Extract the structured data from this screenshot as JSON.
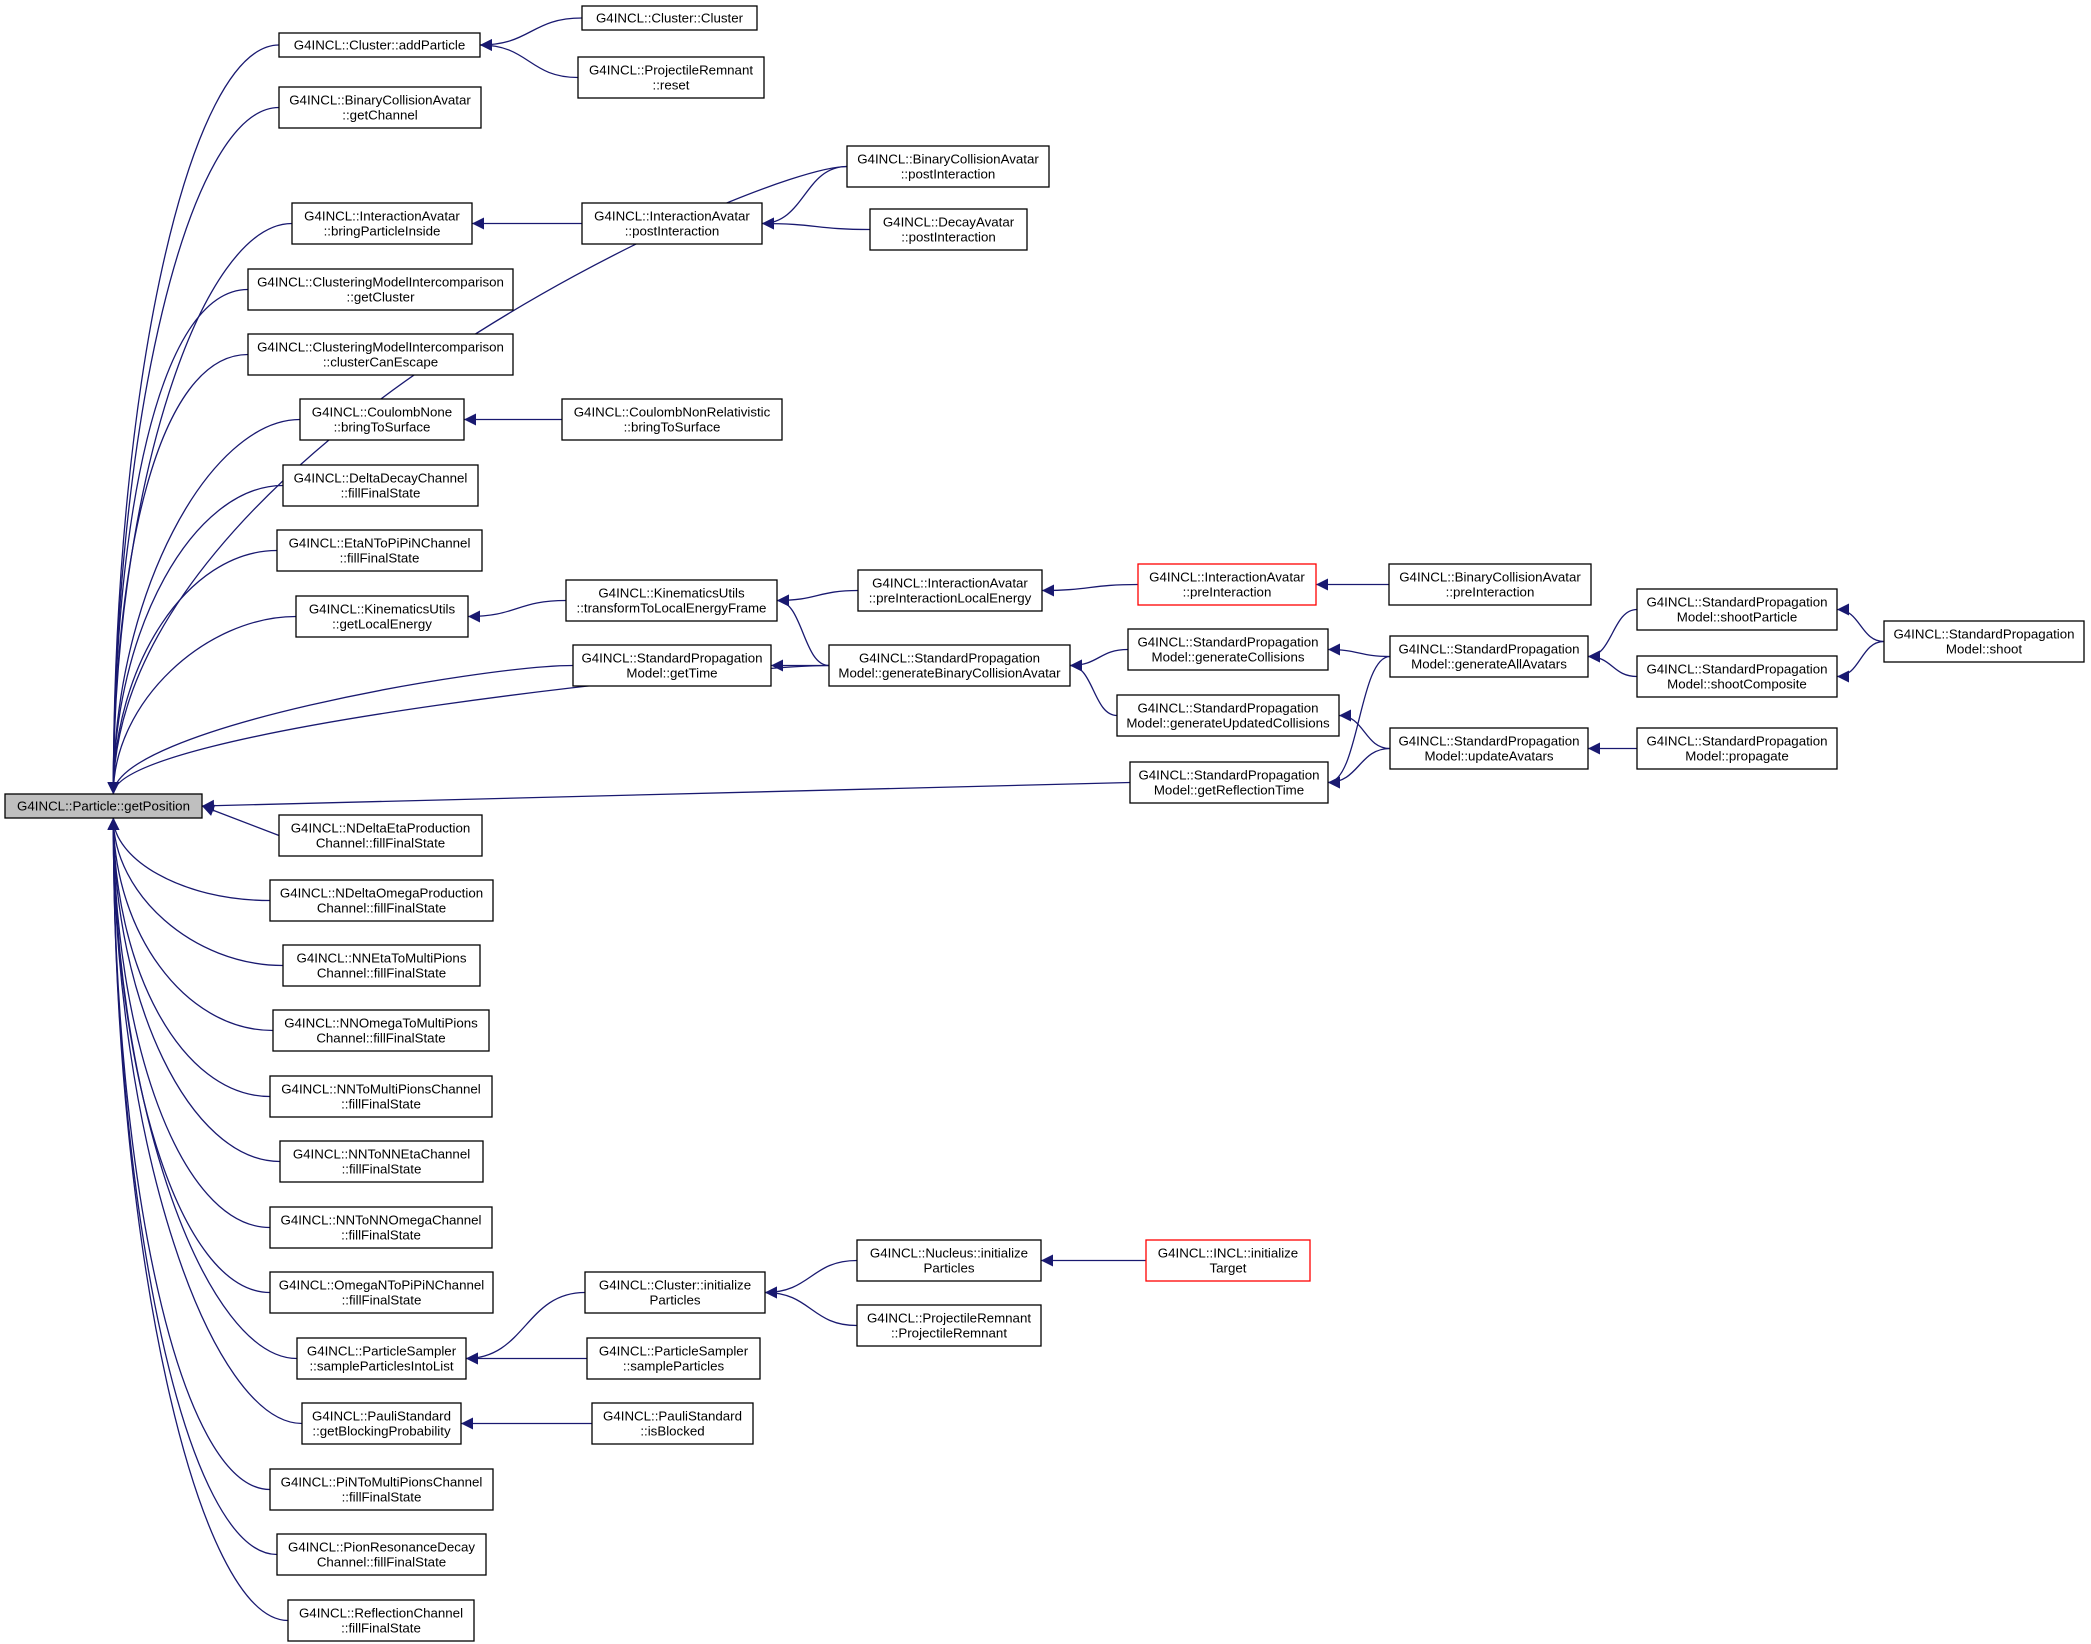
{
  "graph": {
    "title": "",
    "root": "getPosition",
    "colors": {
      "edge": "#191970",
      "root_fill": "#bfbfbf",
      "node_fill": "#ffffff",
      "node_border": "#000000",
      "truncated_border": "#ff0000"
    },
    "nodes": [
      {
        "id": "getPosition",
        "lines": [
          "G4INCL::Particle::getPosition"
        ],
        "kind": "root"
      },
      {
        "id": "addParticle",
        "lines": [
          "G4INCL::Cluster::addParticle"
        ]
      },
      {
        "id": "clusterCtor",
        "lines": [
          "G4INCL::Cluster::Cluster"
        ]
      },
      {
        "id": "prReset",
        "lines": [
          "G4INCL::ProjectileRemnant",
          "::reset"
        ]
      },
      {
        "id": "bcaGetChannel",
        "lines": [
          "G4INCL::BinaryCollisionAvatar",
          "::getChannel"
        ]
      },
      {
        "id": "bcaPostInteraction",
        "lines": [
          "G4INCL::BinaryCollisionAvatar",
          "::postInteraction"
        ]
      },
      {
        "id": "iaBringParticleInside",
        "lines": [
          "G4INCL::InteractionAvatar",
          "::bringParticleInside"
        ]
      },
      {
        "id": "iaPostInteraction",
        "lines": [
          "G4INCL::InteractionAvatar",
          "::postInteraction"
        ]
      },
      {
        "id": "daPostInteraction",
        "lines": [
          "G4INCL::DecayAvatar",
          "::postInteraction"
        ]
      },
      {
        "id": "cmiGetCluster",
        "lines": [
          "G4INCL::ClusteringModelIntercomparison",
          "::getCluster"
        ]
      },
      {
        "id": "cmiClusterCanEscape",
        "lines": [
          "G4INCL::ClusteringModelIntercomparison",
          "::clusterCanEscape"
        ]
      },
      {
        "id": "cnBringToSurface",
        "lines": [
          "G4INCL::CoulombNone",
          "::bringToSurface"
        ]
      },
      {
        "id": "cnrBringToSurface",
        "lines": [
          "G4INCL::CoulombNonRelativistic",
          "::bringToSurface"
        ]
      },
      {
        "id": "deltaDecay",
        "lines": [
          "G4INCL::DeltaDecayChannel",
          "::fillFinalState"
        ]
      },
      {
        "id": "etaNToPiPiN",
        "lines": [
          "G4INCL::EtaNToPiPiNChannel",
          "::fillFinalState"
        ]
      },
      {
        "id": "kuGetLocalEnergy",
        "lines": [
          "G4INCL::KinematicsUtils",
          "::getLocalEnergy"
        ]
      },
      {
        "id": "kuTransform",
        "lines": [
          "G4INCL::KinematicsUtils",
          "::transformToLocalEnergyFrame"
        ]
      },
      {
        "id": "iaPreInteractionLocalEnergy",
        "lines": [
          "G4INCL::InteractionAvatar",
          "::preInteractionLocalEnergy"
        ]
      },
      {
        "id": "iaPreInteraction",
        "lines": [
          "G4INCL::InteractionAvatar",
          "::preInteraction"
        ],
        "kind": "truncated"
      },
      {
        "id": "bcaPreInteraction",
        "lines": [
          "G4INCL::BinaryCollisionAvatar",
          "::preInteraction"
        ]
      },
      {
        "id": "spmGetTime",
        "lines": [
          "G4INCL::StandardPropagation",
          "Model::getTime"
        ]
      },
      {
        "id": "spmGenBCA",
        "lines": [
          "G4INCL::StandardPropagation",
          "Model::generateBinaryCollisionAvatar"
        ]
      },
      {
        "id": "spmGenCollisions",
        "lines": [
          "G4INCL::StandardPropagation",
          "Model::generateCollisions"
        ]
      },
      {
        "id": "spmGenAllAvatars",
        "lines": [
          "G4INCL::StandardPropagation",
          "Model::generateAllAvatars"
        ]
      },
      {
        "id": "spmShootParticle",
        "lines": [
          "G4INCL::StandardPropagation",
          "Model::shootParticle"
        ]
      },
      {
        "id": "spmShootComposite",
        "lines": [
          "G4INCL::StandardPropagation",
          "Model::shootComposite"
        ]
      },
      {
        "id": "spmShoot",
        "lines": [
          "G4INCL::StandardPropagation",
          "Model::shoot"
        ]
      },
      {
        "id": "spmGenUpdatedCollisions",
        "lines": [
          "G4INCL::StandardPropagation",
          "Model::generateUpdatedCollisions"
        ]
      },
      {
        "id": "spmGetReflectionTime",
        "lines": [
          "G4INCL::StandardPropagation",
          "Model::getReflectionTime"
        ]
      },
      {
        "id": "spmUpdateAvatars",
        "lines": [
          "G4INCL::StandardPropagation",
          "Model::updateAvatars"
        ]
      },
      {
        "id": "spmPropagate",
        "lines": [
          "G4INCL::StandardPropagation",
          "Model::propagate"
        ]
      },
      {
        "id": "ndEtaProd",
        "lines": [
          "G4INCL::NDeltaEtaProduction",
          "Channel::fillFinalState"
        ]
      },
      {
        "id": "ndOmegaProd",
        "lines": [
          "G4INCL::NDeltaOmegaProduction",
          "Channel::fillFinalState"
        ]
      },
      {
        "id": "nnEtaToMultiPions",
        "lines": [
          "G4INCL::NNEtaToMultiPions",
          "Channel::fillFinalState"
        ]
      },
      {
        "id": "nnOmegaToMultiPions",
        "lines": [
          "G4INCL::NNOmegaToMultiPions",
          "Channel::fillFinalState"
        ]
      },
      {
        "id": "nnToMultiPions",
        "lines": [
          "G4INCL::NNToMultiPionsChannel",
          "::fillFinalState"
        ]
      },
      {
        "id": "nnToNNEta",
        "lines": [
          "G4INCL::NNToNNEtaChannel",
          "::fillFinalState"
        ]
      },
      {
        "id": "nnToNNOmega",
        "lines": [
          "G4INCL::NNToNNOmegaChannel",
          "::fillFinalState"
        ]
      },
      {
        "id": "omegaNToPiPiN",
        "lines": [
          "G4INCL::OmegaNToPiPiNChannel",
          "::fillFinalState"
        ]
      },
      {
        "id": "psSampleParticlesIntoList",
        "lines": [
          "G4INCL::ParticleSampler",
          "::sampleParticlesIntoList"
        ]
      },
      {
        "id": "clusterInitParticles",
        "lines": [
          "G4INCL::Cluster::initialize",
          "Particles"
        ]
      },
      {
        "id": "nucleusInitParticles",
        "lines": [
          "G4INCL::Nucleus::initialize",
          "Particles"
        ]
      },
      {
        "id": "inclInitTarget",
        "lines": [
          "G4INCL::INCL::initialize",
          "Target"
        ],
        "kind": "truncated"
      },
      {
        "id": "prCtor",
        "lines": [
          "G4INCL::ProjectileRemnant",
          "::ProjectileRemnant"
        ]
      },
      {
        "id": "psSampleParticles",
        "lines": [
          "G4INCL::ParticleSampler",
          "::sampleParticles"
        ]
      },
      {
        "id": "pauliGetBlocking",
        "lines": [
          "G4INCL::PauliStandard",
          "::getBlockingProbability"
        ]
      },
      {
        "id": "pauliIsBlocked",
        "lines": [
          "G4INCL::PauliStandard",
          "::isBlocked"
        ]
      },
      {
        "id": "piNToMultiPions",
        "lines": [
          "G4INCL::PiNToMultiPionsChannel",
          "::fillFinalState"
        ]
      },
      {
        "id": "pionResDecay",
        "lines": [
          "G4INCL::PionResonanceDecay",
          "Channel::fillFinalState"
        ]
      },
      {
        "id": "reflection",
        "lines": [
          "G4INCL::ReflectionChannel",
          "::fillFinalState"
        ]
      }
    ],
    "edges": [
      {
        "from": "clusterCtor",
        "to": "addParticle"
      },
      {
        "from": "prReset",
        "to": "addParticle"
      },
      {
        "from": "addParticle",
        "to": "getPosition"
      },
      {
        "from": "bcaGetChannel",
        "to": "getPosition"
      },
      {
        "from": "bcaPostInteraction",
        "to": "getPosition"
      },
      {
        "from": "bcaPostInteraction",
        "to": "iaPostInteraction"
      },
      {
        "from": "daPostInteraction",
        "to": "iaPostInteraction"
      },
      {
        "from": "iaPostInteraction",
        "to": "iaBringParticleInside"
      },
      {
        "from": "iaBringParticleInside",
        "to": "getPosition"
      },
      {
        "from": "cmiGetCluster",
        "to": "getPosition"
      },
      {
        "from": "cmiClusterCanEscape",
        "to": "getPosition"
      },
      {
        "from": "cnrBringToSurface",
        "to": "cnBringToSurface"
      },
      {
        "from": "cnBringToSurface",
        "to": "getPosition"
      },
      {
        "from": "deltaDecay",
        "to": "getPosition"
      },
      {
        "from": "etaNToPiPiN",
        "to": "getPosition"
      },
      {
        "from": "kuTransform",
        "to": "kuGetLocalEnergy"
      },
      {
        "from": "kuGetLocalEnergy",
        "to": "getPosition"
      },
      {
        "from": "iaPreInteractionLocalEnergy",
        "to": "kuTransform"
      },
      {
        "from": "spmGenBCA",
        "to": "kuTransform"
      },
      {
        "from": "iaPreInteraction",
        "to": "iaPreInteractionLocalEnergy"
      },
      {
        "from": "bcaPreInteraction",
        "to": "iaPreInteraction"
      },
      {
        "from": "spmGetTime",
        "to": "getPosition"
      },
      {
        "from": "spmGenBCA",
        "to": "spmGetTime"
      },
      {
        "from": "spmGenBCA",
        "to": "getPosition"
      },
      {
        "from": "spmGenCollisions",
        "to": "spmGenBCA"
      },
      {
        "from": "spmGenUpdatedCollisions",
        "to": "spmGenBCA"
      },
      {
        "from": "spmGenAllAvatars",
        "to": "spmGenCollisions"
      },
      {
        "from": "spmShootParticle",
        "to": "spmGenAllAvatars"
      },
      {
        "from": "spmShootComposite",
        "to": "spmGenAllAvatars"
      },
      {
        "from": "spmShoot",
        "to": "spmShootParticle"
      },
      {
        "from": "spmShoot",
        "to": "spmShootComposite"
      },
      {
        "from": "spmUpdateAvatars",
        "to": "spmGenUpdatedCollisions"
      },
      {
        "from": "spmGenAllAvatars",
        "to": "spmGetReflectionTime"
      },
      {
        "from": "spmUpdateAvatars",
        "to": "spmGetReflectionTime"
      },
      {
        "from": "spmPropagate",
        "to": "spmUpdateAvatars"
      },
      {
        "from": "spmGetReflectionTime",
        "to": "getPosition"
      },
      {
        "from": "ndEtaProd",
        "to": "getPosition"
      },
      {
        "from": "ndOmegaProd",
        "to": "getPosition"
      },
      {
        "from": "nnEtaToMultiPions",
        "to": "getPosition"
      },
      {
        "from": "nnOmegaToMultiPions",
        "to": "getPosition"
      },
      {
        "from": "nnToMultiPions",
        "to": "getPosition"
      },
      {
        "from": "nnToNNEta",
        "to": "getPosition"
      },
      {
        "from": "nnToNNOmega",
        "to": "getPosition"
      },
      {
        "from": "omegaNToPiPiN",
        "to": "getPosition"
      },
      {
        "from": "clusterInitParticles",
        "to": "psSampleParticlesIntoList"
      },
      {
        "from": "psSampleParticles",
        "to": "psSampleParticlesIntoList"
      },
      {
        "from": "psSampleParticlesIntoList",
        "to": "getPosition"
      },
      {
        "from": "nucleusInitParticles",
        "to": "clusterInitParticles"
      },
      {
        "from": "prCtor",
        "to": "clusterInitParticles"
      },
      {
        "from": "inclInitTarget",
        "to": "nucleusInitParticles"
      },
      {
        "from": "pauliIsBlocked",
        "to": "pauliGetBlocking"
      },
      {
        "from": "pauliGetBlocking",
        "to": "getPosition"
      },
      {
        "from": "piNToMultiPions",
        "to": "getPosition"
      },
      {
        "from": "pionResDecay",
        "to": "getPosition"
      },
      {
        "from": "reflection",
        "to": "getPosition"
      }
    ]
  }
}
